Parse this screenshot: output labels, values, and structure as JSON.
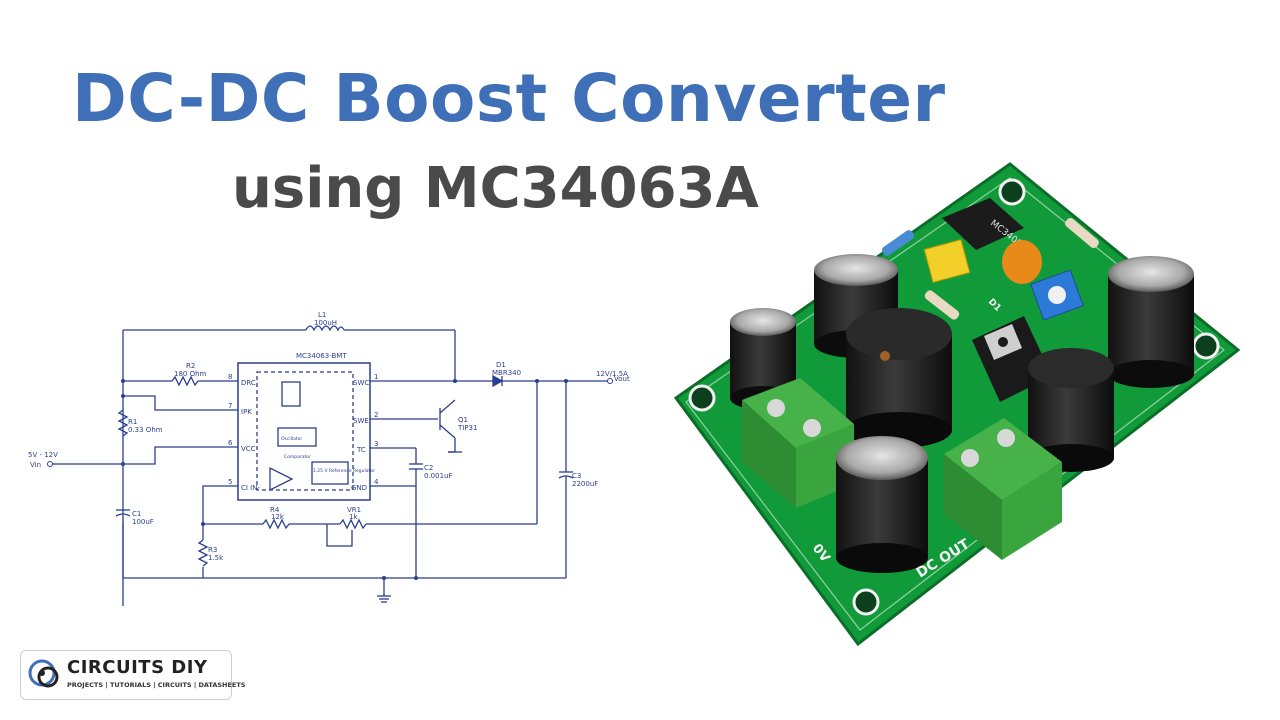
{
  "title": {
    "line1": "DC-DC Boost Converter",
    "line2": "using MC34063A"
  },
  "schematic": {
    "ic_name": "MC34063-BMT",
    "inductor": {
      "ref": "L1",
      "value": "100uH"
    },
    "r2": {
      "ref": "R2",
      "value": "180 Ohm"
    },
    "r1": {
      "ref": "R1",
      "value": "0.33 Ohm"
    },
    "c1": {
      "ref": "C1",
      "value": "100uF"
    },
    "r4": {
      "ref": "R4",
      "value": "12k"
    },
    "vr1": {
      "ref": "VR1",
      "value": "1k"
    },
    "r3": {
      "ref": "R3",
      "value": "1.5k"
    },
    "c2": {
      "ref": "C2",
      "value": "0.001uF"
    },
    "c3": {
      "ref": "C3",
      "value": "2200uF"
    },
    "d1": {
      "ref": "D1",
      "value": "MBR340"
    },
    "q1": {
      "ref": "Q1",
      "value": "TIP31"
    },
    "vin_range": "5V - 12V",
    "vin_label": "Vin",
    "vout_rating": "12V/1.5A",
    "vout_label": "Vout",
    "pins_left": [
      {
        "num": "8",
        "name": "DRC"
      },
      {
        "num": "7",
        "name": "IPK"
      },
      {
        "num": "6",
        "name": "VCC"
      },
      {
        "num": "5",
        "name": "CI IN-"
      }
    ],
    "pins_right": [
      {
        "num": "1",
        "name": "SWC"
      },
      {
        "num": "2",
        "name": "SWE"
      },
      {
        "num": "3",
        "name": "TC"
      },
      {
        "num": "4",
        "name": "GND"
      }
    ],
    "internal": {
      "oscillator": "Oscillator",
      "comparator": "Comparator",
      "reference": "1.25 V Reference Regulator"
    }
  },
  "board": {
    "chip_text": "MC34063",
    "label_dc_out": "DC OUT",
    "label_0v": "0V",
    "label_d1": "D1"
  },
  "logo": {
    "name": "CIRCUITS DIY",
    "tagline": "PROJECTS | TUTORIALS | CIRCUITS | DATASHEETS"
  }
}
